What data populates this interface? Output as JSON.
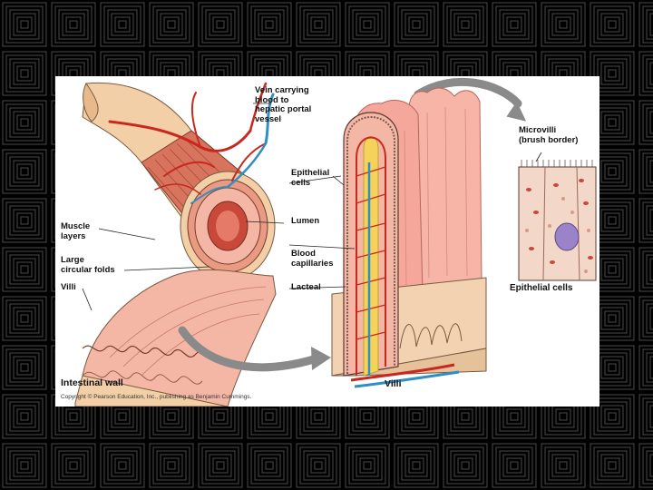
{
  "figure": {
    "labels": {
      "vein": "Vein carrying\nblood to\nhepatic portal\nvessel",
      "microvilli": "Microvilli\n(brush border)",
      "epithelial_cells_top": "Epithelial\ncells",
      "muscle_layers": "Muscle\nlayers",
      "lumen": "Lumen",
      "circular_folds": "Large\ncircular folds",
      "blood_capillaries": "Blood\ncapillaries",
      "villi_left": "Villi",
      "lacteal": "Lacteal",
      "epithelial_cells_panel": "Epithelial cells"
    },
    "captions": {
      "intestinal_wall": "Intestinal wall",
      "villi": "Villi"
    },
    "copyright": "Copyright © Pearson Education, Inc., publishing as Benjamin Cummings."
  },
  "colors": {
    "background": "#000000",
    "pattern_line": "#4a4a4a",
    "tissue_tan": "#f2cfa6",
    "tissue_pink": "#f4a79a",
    "muscle_red": "#d8735e",
    "artery_red": "#c8281e",
    "vein_blue": "#2f8fc4",
    "lacteal_yellow": "#f5d35a",
    "arrow_gray": "#8a8a8a",
    "nucleus_purple": "#9b83c9"
  }
}
